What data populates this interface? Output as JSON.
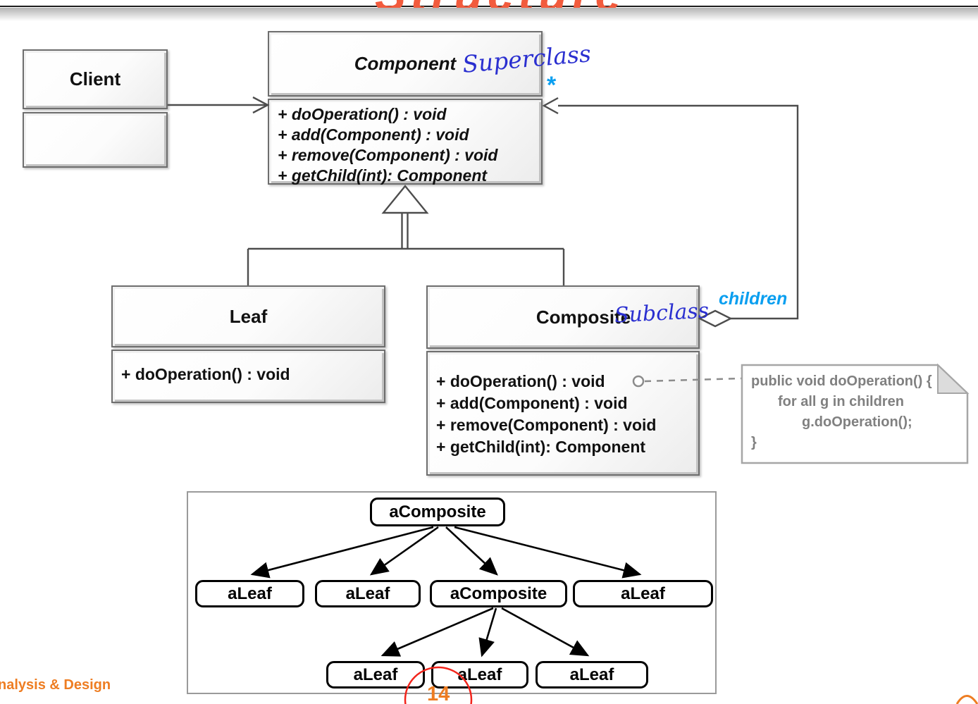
{
  "slide": {
    "title": "Structure",
    "footer_course": "nalysis & Design",
    "page_number": "14"
  },
  "uml": {
    "client": {
      "name": "Client"
    },
    "component": {
      "name": "Component",
      "annotation": "Superclass",
      "methods": [
        "+ doOperation() : void",
        "+ add(Component) : void",
        "+ remove(Component) : void",
        "+ getChild(int): Component"
      ]
    },
    "leaf": {
      "name": "Leaf",
      "methods": [
        "+ doOperation() : void"
      ]
    },
    "composite": {
      "name": "Composite",
      "annotation": "Subclass",
      "methods": [
        "+ doOperation() : void",
        "+ add(Component) : void",
        "+ remove(Component) : void",
        "+ getChild(int): Component"
      ]
    },
    "association": {
      "multiplicity": "*",
      "role_label": "children"
    }
  },
  "note": {
    "lines": [
      "public void doOperation() {",
      "for all g in children",
      "g.doOperation();",
      "}"
    ]
  },
  "object_tree": {
    "root": "aComposite",
    "level2": [
      "aLeaf",
      "aLeaf",
      "aComposite",
      "aLeaf"
    ],
    "level3": [
      "aLeaf",
      "aLeaf",
      "aLeaf"
    ]
  },
  "colors": {
    "title_red": "#f25b3d",
    "footer_orange": "#ee7d22",
    "annotation_blue": "#2a2fd0",
    "label_cyan": "#0a9ff0",
    "note_gray": "#808080",
    "circle_red": "#f2241b",
    "connector_gray": "#4d4d4d"
  }
}
